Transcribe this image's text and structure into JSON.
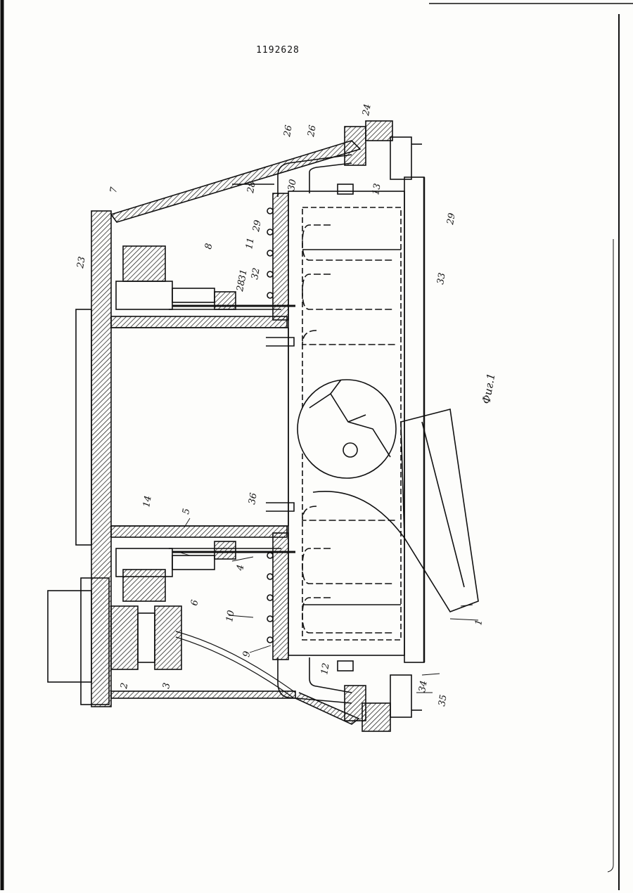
{
  "document": {
    "patent_number": "1192628",
    "figure_caption": "Фиг.1"
  },
  "labels": {
    "l1": "1",
    "l2": "2",
    "l3": "3",
    "l4": "4",
    "l5": "5",
    "l6": "6",
    "l7": "7",
    "l8": "8",
    "l9": "9",
    "l10": "10",
    "l11": "11",
    "l12": "12",
    "l13": "13",
    "l14": "14",
    "l23": "23",
    "l24": "24",
    "l26a": "26",
    "l26b": "26",
    "l28a": "28",
    "l28b": "28",
    "l29a": "29",
    "l29b": "29",
    "l30": "30",
    "l31": "31",
    "l32": "32",
    "l33": "33",
    "l34": "34",
    "l35": "35",
    "l36": "36"
  },
  "colors": {
    "ink": "#111111",
    "paper": "#fdfdfb"
  }
}
